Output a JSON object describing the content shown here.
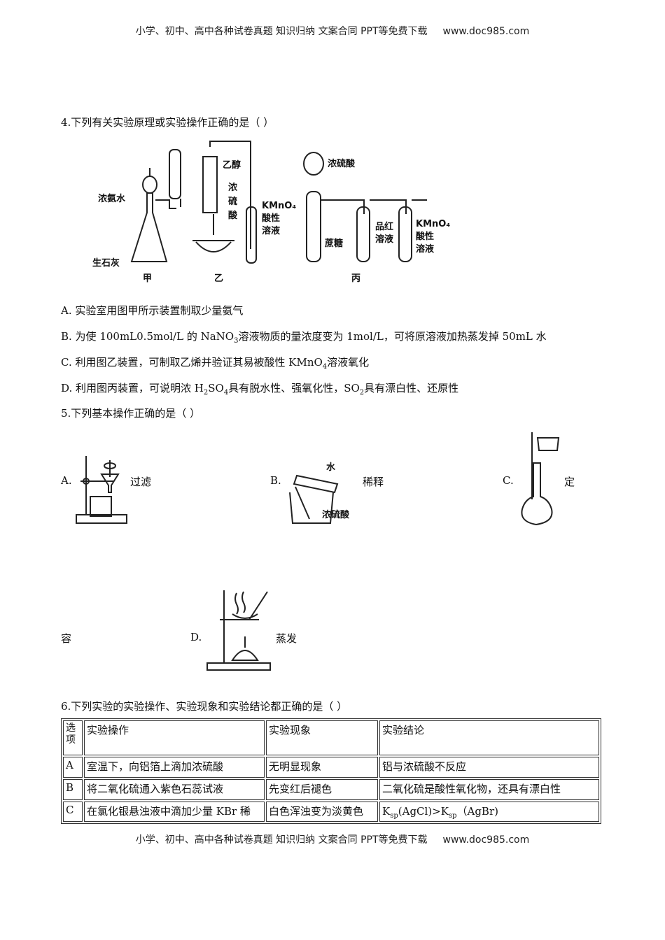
{
  "header": {
    "text": "小学、初中、高中各种试卷真题  知识归纳  文案合同  PPT等免费下载",
    "url": "www.doc985.com"
  },
  "q4": {
    "stem": "4.下列有关实验原理或实验操作正确的是（          ）",
    "figure_labels": {
      "jia": "甲",
      "yi": "乙",
      "bing": "丙",
      "ammonia": "浓氨水",
      "quicklime": "生石灰",
      "ethanol": "乙醇",
      "conc": "浓",
      "sulfuric": "硫",
      "acid": "酸",
      "kmno4": "KMnO₄",
      "acidic": "酸性",
      "solution": "溶液",
      "conc_h2so4": "浓硫酸",
      "sucrose": "蔗糖",
      "pinhong": "品红",
      "pinhong_sol": "溶液"
    },
    "A": "A. 实验室用图甲所示装置制取少量氨气",
    "B_pre": "B. 为使 100mL0.5mol/L 的 NaNO",
    "B_sub": "3",
    "B_post": "溶液物质的量浓度变为 1mol/L，可将原溶液加热蒸发掉 50mL 水",
    "C_pre": "C. 利用图乙装置，可制取乙烯并验证其易被酸性 KMnO",
    "C_sub": "4",
    "C_post": "溶液氧化",
    "D_pre": "D. 利用图丙装置，可说明浓 H",
    "D_sub1": "2",
    "D_mid1": "SO",
    "D_sub2": "4",
    "D_mid2": "具有脱水性、强氧化性，SO",
    "D_sub3": "2",
    "D_post": "具有漂白性、还原性"
  },
  "q5": {
    "stem": "5.下列基本操作正确的是（          ）",
    "A_letter": "A.",
    "A_text": "过滤",
    "B_letter": "B.",
    "B_text": "稀释",
    "B_water": "水",
    "B_acid": "浓硫酸",
    "C_letter": "C.",
    "C_text_1": "定",
    "C_text_2": "容",
    "D_letter": "D.",
    "D_text": "蒸发"
  },
  "q6": {
    "stem": "6.下列实验的实验操作、实验现象和实验结论都正确的是（          ）",
    "headers": [
      "选项",
      "实验操作",
      "实验现象",
      "实验结论"
    ],
    "rows": [
      [
        "A",
        "室温下，向铝箔上滴加浓硫酸",
        "无明显现象",
        "铝与浓硫酸不反应"
      ],
      [
        "B",
        "将二氧化硫通入紫色石蕊试液",
        "先变红后褪色",
        "二氧化硫是酸性氧化物，还具有漂白性"
      ],
      [
        "C",
        "在氯化银悬浊液中滴加少量 KBr 稀",
        "白色浑浊变为淡黄色",
        ""
      ]
    ],
    "ksp_K1": "K",
    "ksp_sub1": "sp",
    "ksp_mid": "(AgCl)>K",
    "ksp_sub2": "sp",
    "ksp_post": "（AgBr)"
  }
}
